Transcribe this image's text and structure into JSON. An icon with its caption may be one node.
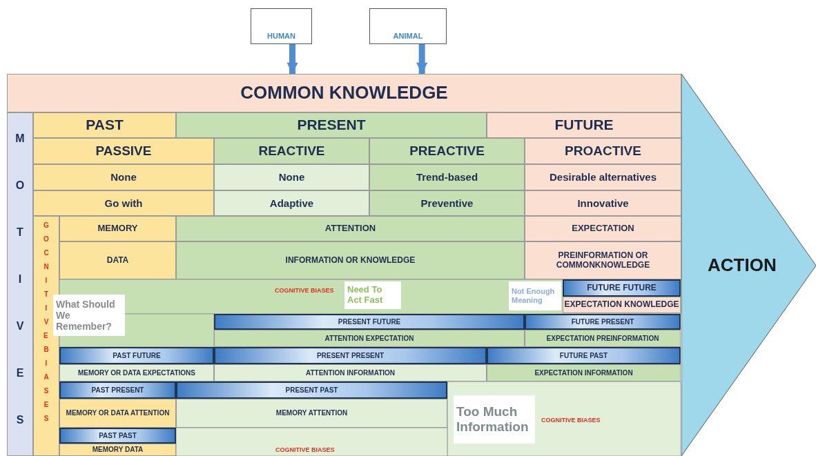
{
  "diagram": {
    "nodes": [
      {
        "text": [
          "HUMAN"
        ]
      },
      {
        "text": [
          "ANIMAL"
        ]
      },
      {
        "text": [
          "COMMON KNOWLEDGE"
        ]
      },
      {
        "text": [
          "ACTION"
        ]
      },
      {
        "text": [
          "MOTIVES"
        ]
      },
      {
        "text": [
          "PAST"
        ]
      },
      {
        "text": [
          "PRESENT"
        ]
      },
      {
        "text": [
          "FUTURE"
        ]
      },
      {
        "text": [
          "PASSIVE"
        ]
      },
      {
        "text": [
          "REACTIVE"
        ]
      },
      {
        "text": [
          "PREACTIVE"
        ]
      },
      {
        "text": [
          "PROACTIVE"
        ]
      },
      {
        "text": [
          "None"
        ]
      },
      {
        "text": [
          "None"
        ]
      },
      {
        "text": [
          "Trend-based"
        ]
      },
      {
        "text": [
          "Desirable alternatives"
        ]
      },
      {
        "text": [
          "Go with"
        ]
      },
      {
        "text": [
          "Adaptive"
        ]
      },
      {
        "text": [
          "Preventive"
        ]
      },
      {
        "text": [
          "Innovative"
        ]
      },
      {
        "text": [
          "GOCNITIVE BIASES"
        ]
      },
      {
        "text": [
          "MEMORY"
        ]
      },
      {
        "text": [
          "ATTENTION"
        ]
      },
      {
        "text": [
          "EXPECTATION"
        ]
      },
      {
        "text": [
          "DATA"
        ]
      },
      {
        "text": [
          "INFORMATION OR KNOWLEDGE"
        ]
      },
      {
        "text": [
          "PREINFORMATION OR COMMONKNOWLEDGE"
        ]
      },
      {
        "text": [
          "What Should We Remember?"
        ]
      },
      {
        "text": [
          "Need To Act Fast"
        ]
      },
      {
        "text": [
          "Not Enough Meaning"
        ]
      },
      {
        "text": [
          "FUTURE FUTURE"
        ]
      },
      {
        "text": [
          "EXPECTATION KNOWLEDGE"
        ]
      },
      {
        "text": [
          "PRESENT FUTURE"
        ]
      },
      {
        "text": [
          "FUTURE PRESENT"
        ]
      },
      {
        "text": [
          "ATTENTION EXPECTATION"
        ]
      },
      {
        "text": [
          "EXPECTATION PREINFORMATION"
        ]
      },
      {
        "text": [
          "PAST FUTURE"
        ]
      },
      {
        "text": [
          "PRESENT PRESENT"
        ]
      },
      {
        "text": [
          "FUTURE PAST"
        ]
      },
      {
        "text": [
          "MEMORY OR DATA EXPECTATIONS"
        ]
      },
      {
        "text": [
          "ATTENTION INFORMATION"
        ]
      },
      {
        "text": [
          "EXPECTATION INFORMATION"
        ]
      },
      {
        "text": [
          "PAST PRESENT"
        ]
      },
      {
        "text": [
          "PRESENT PAST"
        ]
      },
      {
        "text": [
          "MEMORY OR DATA ATTENTION"
        ]
      },
      {
        "text": [
          "MEMORY ATTENTION"
        ]
      },
      {
        "text": [
          "Too Much Information"
        ]
      },
      {
        "text": [
          "PAST PAST"
        ]
      },
      {
        "text": [
          "MEMORY DATA"
        ]
      }
    ],
    "edges": [
      {
        "from": 0,
        "to": 2,
        "arrow": "to"
      },
      {
        "from": 1,
        "to": 2,
        "arrow": "to"
      }
    ],
    "labels": [
      "COGNITIVE BIASES",
      "COGNITIVE BIASES",
      "COGNITIVE BIASES"
    ]
  }
}
